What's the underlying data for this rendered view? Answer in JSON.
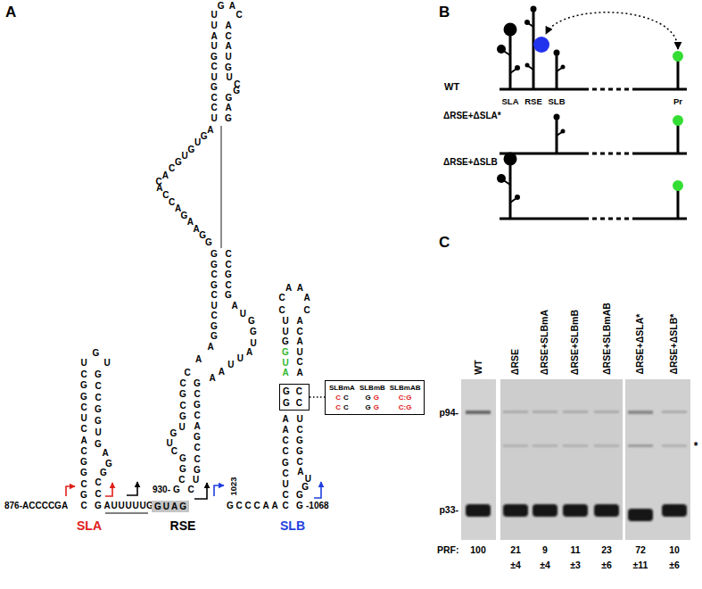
{
  "diagram": {
    "nodes": [
      {
        "text": [
          "GC",
          "GC"
        ]
      },
      {
        "text": [
          "SLBmA",
          "SLBmB",
          "SLBmAB",
          "C",
          "C",
          "G",
          "G",
          "C:G",
          "C",
          "C",
          "G",
          "G",
          "C:G"
        ]
      },
      {
        "text": [
          "GUAG"
        ]
      }
    ],
    "edges": [
      {
        "from": 0,
        "to": 1,
        "arrow": "none"
      }
    ],
    "labels": [
      "A",
      "UGAC",
      "UAUGCUGCCU",
      "ACAUGUCGGAG",
      "AGUGUGCACACCAGAAGG",
      "GGCGCUCGG",
      "CCGCG",
      "AUGGUAUUAA",
      "AAC",
      "CGCGUGUCGGCG",
      "GCGCAGCCGUC",
      "930-",
      "UGU",
      "CGGCUCACGGCGC",
      "GCCGGUGAGGCCG",
      "876-ACCCCGA",
      "AUUUUUG",
      "CCAAAC",
      "UUG",
      "GUA",
      "ACAUCA",
      "AACCGCUCC",
      "UCGGCAUGGG",
      "-1068",
      "GCCCAA",
      "1023",
      "SLA",
      "RSE",
      "SLB",
      "B",
      "WT",
      "SLA",
      "RSE",
      "SLB",
      "Pr",
      "ΔRSE+ΔSLA*",
      "ΔRSE+ΔSLB",
      "C",
      "WT",
      "ΔRSE",
      "ΔRSE+SLBmA",
      "ΔRSE+SLBmB",
      "ΔRSE+SLBmAB",
      "ΔRSE+ΔSLA*",
      "ΔRSE+ΔSLB*",
      "p94-",
      "p33-",
      "*",
      "PRF:",
      "100",
      "21",
      "9",
      "11",
      "23",
      "72",
      "10",
      "±4",
      "±4",
      "±3",
      "±6",
      "±11",
      "±6"
    ]
  }
}
